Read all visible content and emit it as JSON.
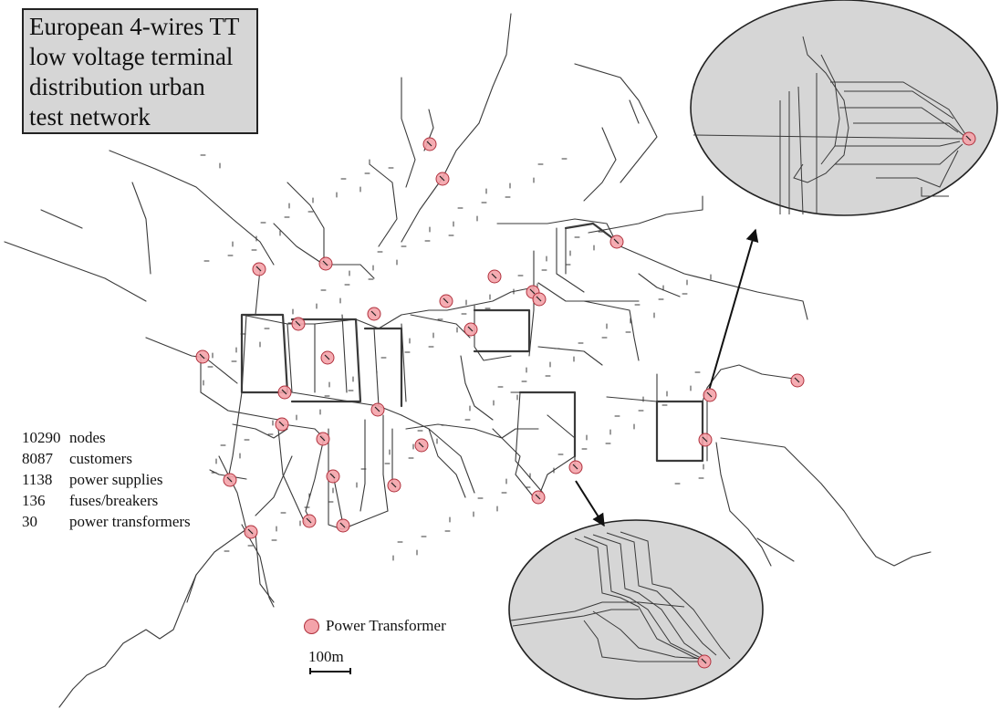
{
  "title": {
    "lines": [
      "European 4-wires TT",
      "low voltage terminal",
      "distribution urban",
      "test network"
    ]
  },
  "stats": [
    {
      "value": "10290",
      "label": "nodes"
    },
    {
      "value": "8087",
      "label": "customers"
    },
    {
      "value": "1138",
      "label": "power supplies"
    },
    {
      "value": "136",
      "label": "fuses/breakers"
    },
    {
      "value": "30",
      "label": "power transformers"
    }
  ],
  "legend": {
    "label": "Power Transformer"
  },
  "scale": {
    "label": "100m"
  },
  "colors": {
    "line": "#3a3a3a",
    "marker_fill": "#f4a3aa",
    "marker_stroke": "#b0313d",
    "zoom_fill": "#d6d6d6",
    "title_fill": "#d6d6d6"
  }
}
